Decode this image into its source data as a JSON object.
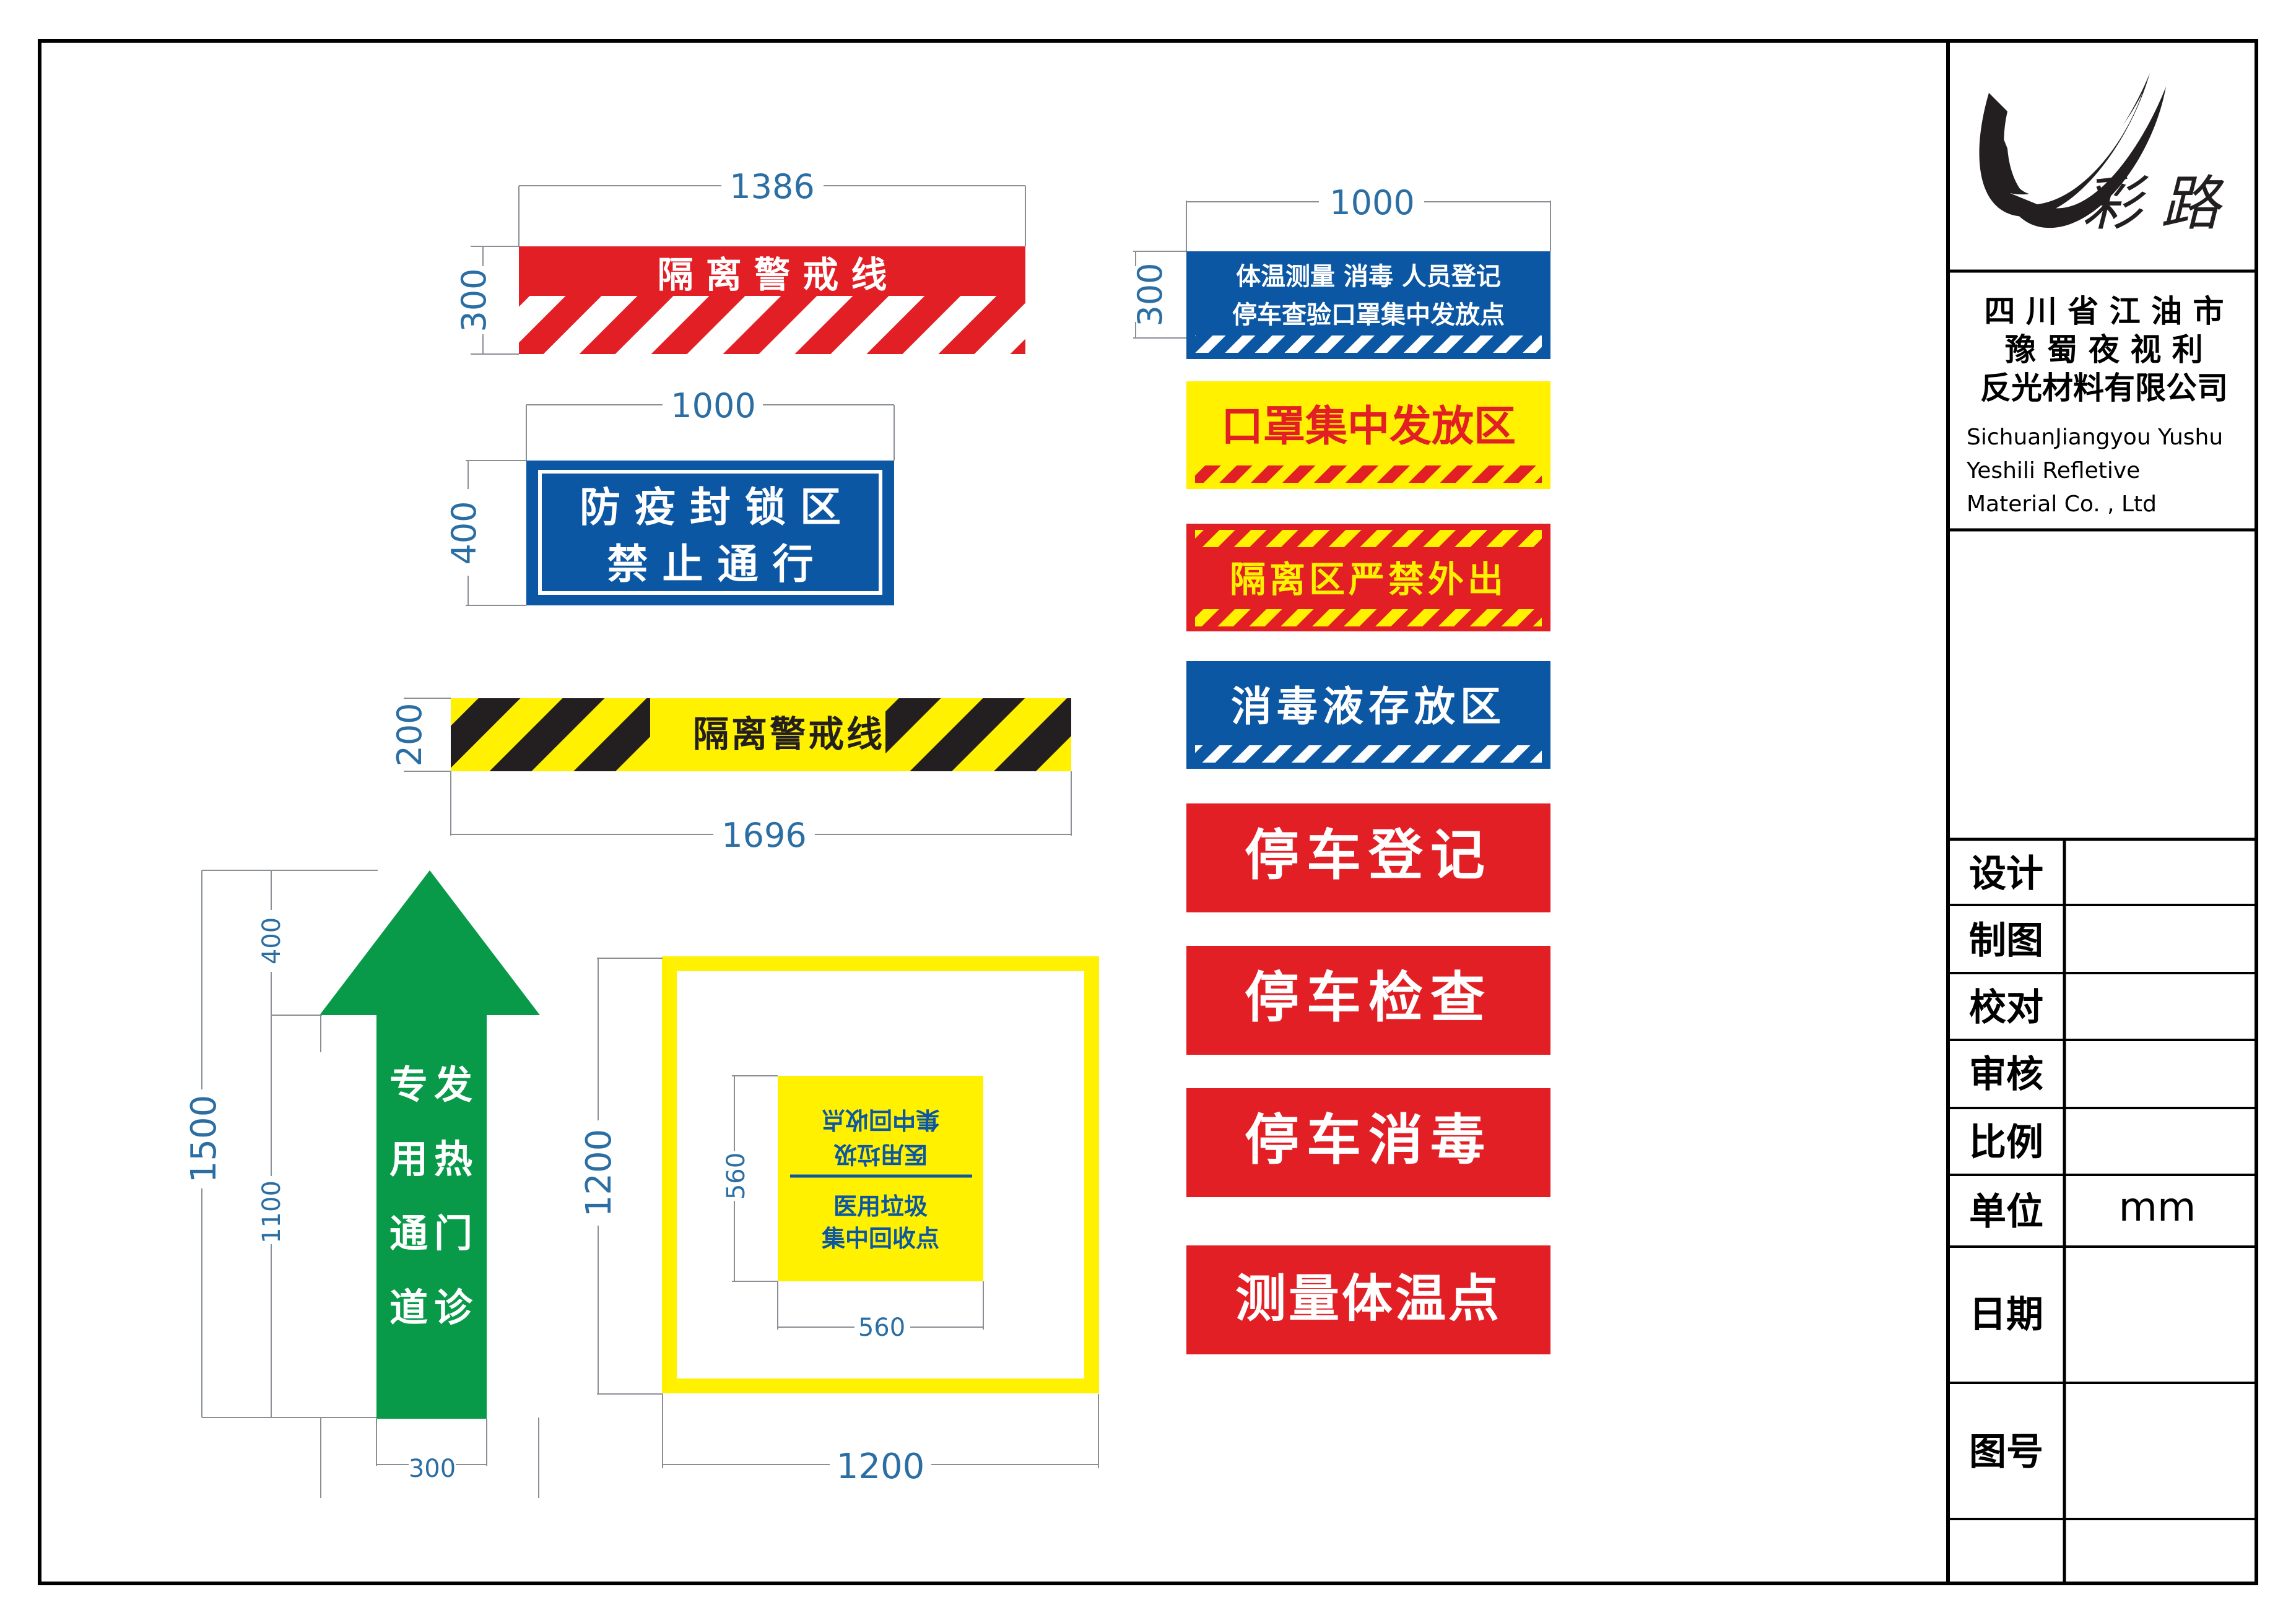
{
  "colors": {
    "red": "#e31f26",
    "blue": "#0c57a3",
    "yellow": "#fff100",
    "green": "#089a48",
    "black": "#231f20",
    "white": "#ffffff",
    "dim": "#2b6ea3",
    "dim_line": "#8a8f95",
    "frame": "#000000"
  },
  "signs": {
    "red_warning_line": {
      "text": "隔 离 警 戒 线",
      "width": "1386",
      "height": "300"
    },
    "lockdown": {
      "line1": "防 疫 封 锁 区",
      "line2": "禁 止 通 行",
      "width": "1000",
      "height": "400"
    },
    "yellow_warning_line": {
      "text": "隔离警戒线",
      "width": "1696",
      "height": "200"
    },
    "info_blue": {
      "line1": "体温测量  消毒  人员登记",
      "line2": "停车查验口罩集中发放点",
      "width": "1000",
      "height": "300"
    },
    "mask_area": {
      "text": "口罩集中发放区"
    },
    "isolation": {
      "text": "隔离区严禁外出"
    },
    "disinfectant": {
      "text": "消毒液存放区"
    },
    "parking_register": {
      "text": "停车登记"
    },
    "parking_check": {
      "text": "停车检查"
    },
    "parking_disinfect": {
      "text": "停车消毒"
    },
    "temp_point": {
      "text": "测量体温点"
    },
    "fever_arrow": {
      "col_right": [
        "发",
        "热",
        "门",
        "诊"
      ],
      "col_left": [
        "专",
        "用",
        "通",
        "道"
      ],
      "total_height": "1500",
      "head_height": "400",
      "shaft_height": "1100",
      "width": "300"
    },
    "waste": {
      "text1": "医用垃圾",
      "text2": "集中回收点",
      "box_size": "1200",
      "inner_height": "560",
      "inner_width": "560"
    }
  },
  "title_block": {
    "logo_text": "彩 路",
    "company_cn": [
      "四 川 省 江 油 市",
      "豫 蜀 夜 视 利",
      "反光材料有限公司"
    ],
    "company_en": [
      "SichuanJiangyou Yushu",
      "Yeshili Refletive",
      "Material Co. , Ltd"
    ],
    "rows": [
      {
        "label": "设计",
        "value": ""
      },
      {
        "label": "制图",
        "value": ""
      },
      {
        "label": "校对",
        "value": ""
      },
      {
        "label": "审核",
        "value": ""
      },
      {
        "label": "比例",
        "value": ""
      },
      {
        "label": "单位",
        "value": "mm"
      },
      {
        "label": "日期",
        "value": ""
      },
      {
        "label": "图号",
        "value": ""
      }
    ]
  }
}
